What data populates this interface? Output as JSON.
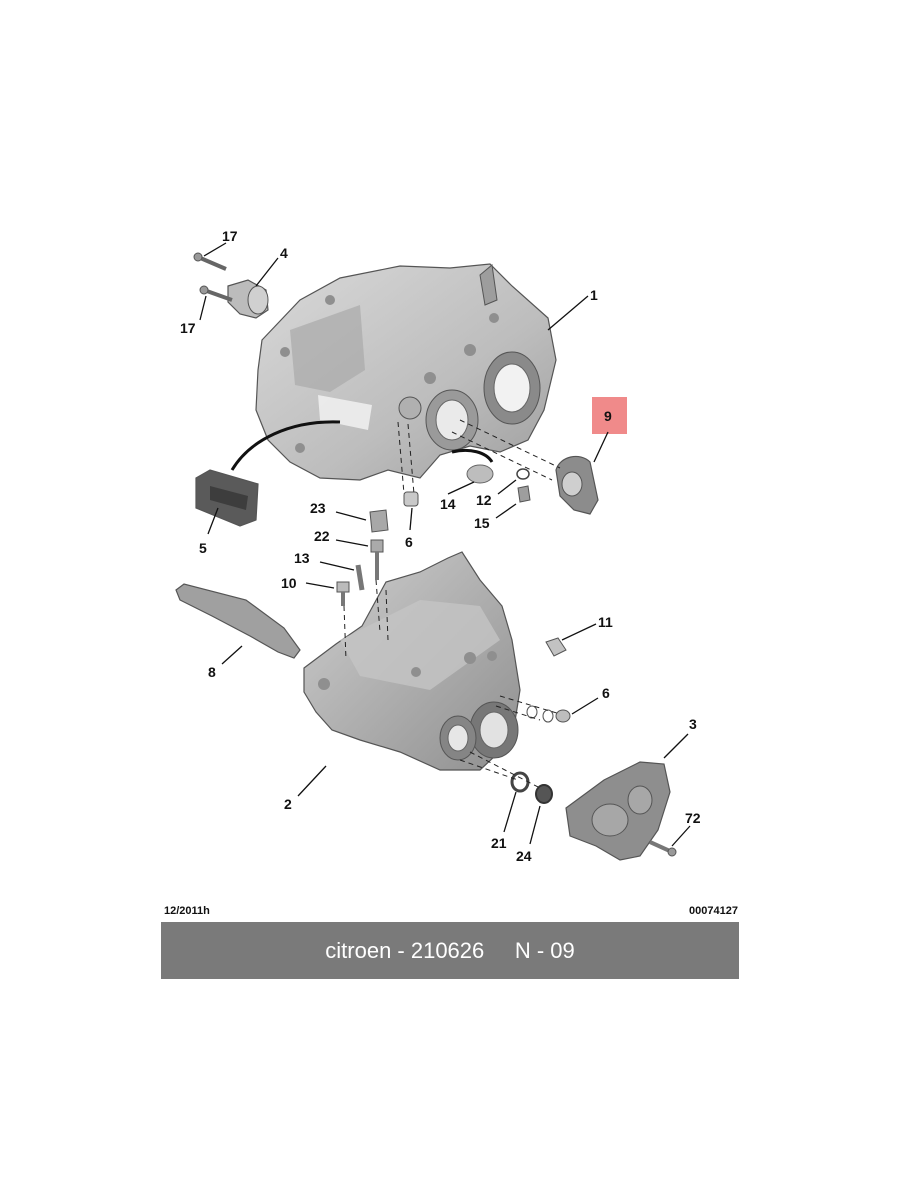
{
  "diagram": {
    "callouts": {
      "c1": "1",
      "c2": "2",
      "c3": "3",
      "c4": "4",
      "c5": "5",
      "c6a": "6",
      "c6b": "6",
      "c8": "8",
      "c9": "9",
      "c10": "10",
      "c11": "11",
      "c12": "12",
      "c13": "13",
      "c14": "14",
      "c15": "15",
      "c17a": "17",
      "c17b": "17",
      "c21": "21",
      "c22": "22",
      "c23": "23",
      "c24": "24",
      "c72": "72"
    },
    "highlight_color": "#f08a8a"
  },
  "footer": {
    "date": "12/2011h",
    "code": "00074127",
    "caption": "citroen - 210626     N - 09"
  }
}
